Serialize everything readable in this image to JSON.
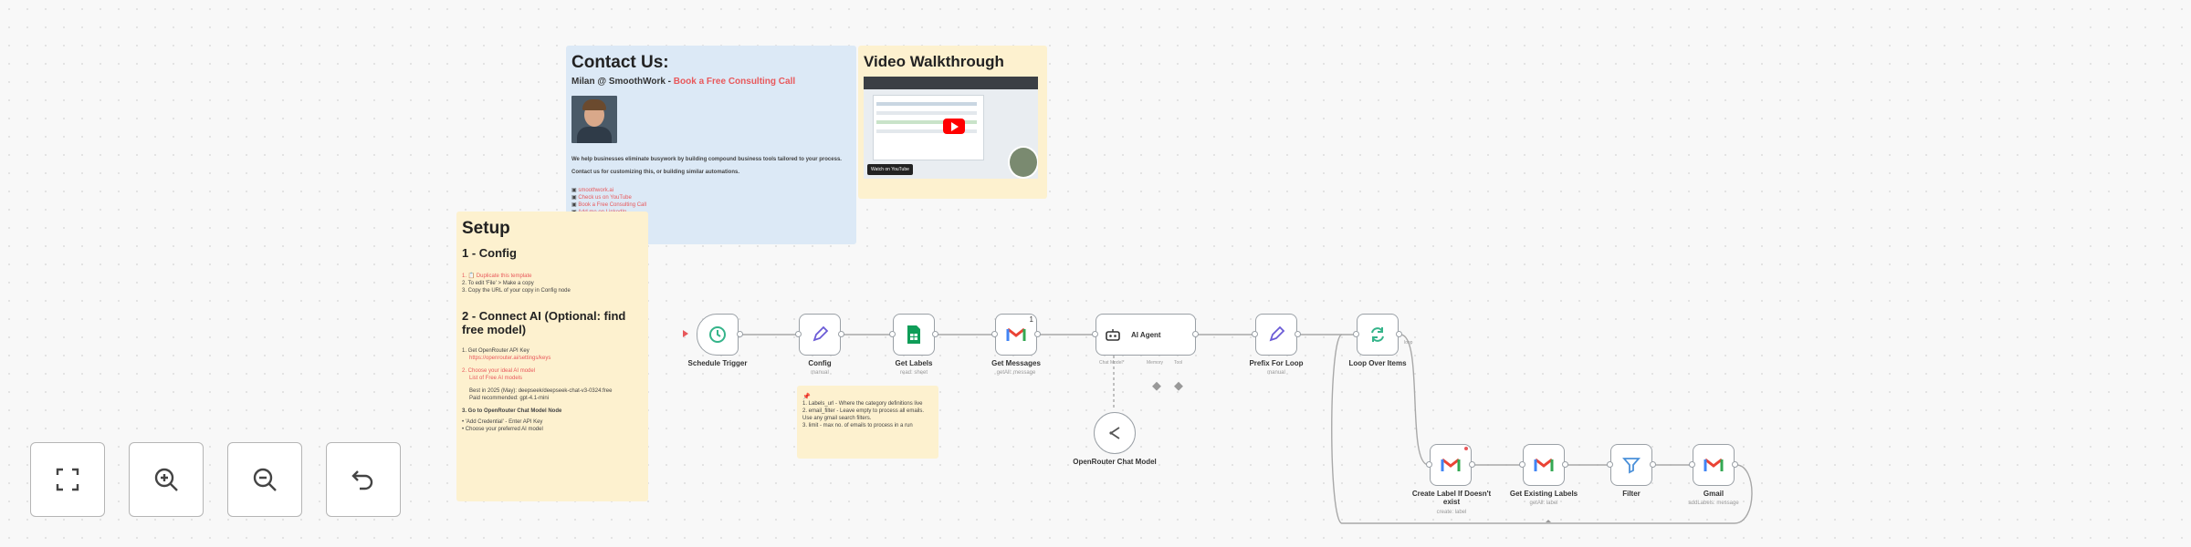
{
  "contact": {
    "title": "Contact Us:",
    "subtitle_prefix": "Milan @ SmoothWork - ",
    "subtitle_link": "Book a Free Consulting Call",
    "body1": "We help businesses eliminate busywork by building compound business tools tailored to your process.",
    "body2": "Contact us for customizing this, or building similar automations.",
    "links": [
      {
        "icon": "globe-icon",
        "text": "smoothwork.ai"
      },
      {
        "icon": "youtube-icon",
        "text": "Check us on YouTube"
      },
      {
        "icon": "calendar-icon",
        "text": "Book a Free Consulting Call"
      },
      {
        "icon": "linkedin-icon",
        "text": "Add me on LinkedIn"
      }
    ]
  },
  "video": {
    "title": "Video Walkthrough",
    "watch_label": "Watch on YouTube"
  },
  "setup": {
    "title": "Setup",
    "config_heading": "1 - Config",
    "config_steps": [
      "1. 📋 Duplicate this template",
      "2. To edit 'File' > Make a copy",
      "3. Copy the URL of your copy in Config node"
    ],
    "ai_heading": "2 - Connect AI (Optional: find free model)",
    "ai_steps": [
      "1. Get OpenRouter API Key",
      "   https://openrouter.ai/settings/keys",
      "2. Choose your ideal AI model",
      "   List of Free AI models",
      "   Best in 2025 (May): deepseek/deepseek-chat-v3-0324:free",
      "   Paid recommended: gpt-4.1-mini",
      "3. Go to OpenRouter Chat Model Node",
      "• 'Add Credential' - Enter API Key",
      "• Choose your preferred AI model"
    ]
  },
  "config_note": {
    "lines": [
      "1. Labels_url - Where the category definitions live",
      "2. email_filter - Leave empty to process all emails. Use any gmail search filters.",
      "3. limit - max no. of emails to process in a run"
    ]
  },
  "nodes": {
    "schedule": {
      "label": "Schedule Trigger",
      "sub": ""
    },
    "config": {
      "label": "Config",
      "sub": "manual"
    },
    "get_labels": {
      "label": "Get Labels",
      "sub": "read: sheet"
    },
    "get_messages": {
      "label": "Get Messages",
      "sub": "getAll: message",
      "badge": "1"
    },
    "ai_agent": {
      "label": "AI Agent",
      "sub": ""
    },
    "prefix": {
      "label": "Prefix For Loop",
      "sub": "manual"
    },
    "loop": {
      "label": "Loop Over Items",
      "sub": "",
      "loop_tag": "loop"
    },
    "openrouter": {
      "label": "OpenRouter Chat Model",
      "sub": ""
    },
    "create_label": {
      "label": "Create Label If Doesn't exist",
      "sub": "create: label"
    },
    "get_existing": {
      "label": "Get Existing Labels",
      "sub": "getAll: label"
    },
    "filter": {
      "label": "Filter",
      "sub": ""
    },
    "gmail": {
      "label": "Gmail",
      "sub": "addLabels: message"
    }
  },
  "ai_ports": {
    "chat_model": "Chat Model*",
    "memory": "Memory",
    "tool": "Tool"
  },
  "controls": [
    {
      "name": "fit-view-button",
      "icon": "fullscreen-icon"
    },
    {
      "name": "zoom-in-button",
      "icon": "zoom-in-icon"
    },
    {
      "name": "zoom-out-button",
      "icon": "zoom-out-icon"
    },
    {
      "name": "reset-zoom-button",
      "icon": "undo-icon"
    }
  ],
  "colors": {
    "accent_red": "#e8585b",
    "sticky_yellow": "#fdf1cf",
    "sticky_blue": "#dce9f6",
    "gmail_red": "#ea4335",
    "sheets_green": "#0f9d58",
    "trigger_green": "#35b48a"
  }
}
